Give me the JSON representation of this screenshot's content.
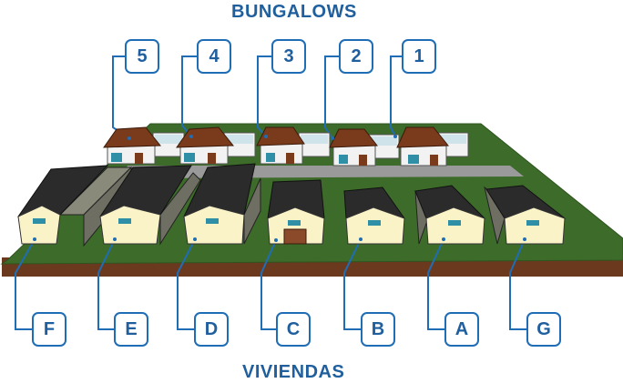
{
  "titles": {
    "top": "BUNGALOWS",
    "bottom": "VIVIENDAS"
  },
  "bungalows": [
    {
      "label": "5"
    },
    {
      "label": "4"
    },
    {
      "label": "3"
    },
    {
      "label": "2"
    },
    {
      "label": "1"
    }
  ],
  "viviendas": [
    {
      "label": "F"
    },
    {
      "label": "E"
    },
    {
      "label": "D"
    },
    {
      "label": "C"
    },
    {
      "label": "B"
    },
    {
      "label": "A"
    },
    {
      "label": "G"
    }
  ],
  "colors": {
    "accent": "#1f6db5",
    "title": "#1f5f9e",
    "grass": "#3d6b2a",
    "soil": "#6b3a1e",
    "road": "#9a9a9a",
    "roof_dark": "#2b2b2b",
    "roof_brown": "#7a3a1c",
    "wall": "#fbf3c8"
  }
}
